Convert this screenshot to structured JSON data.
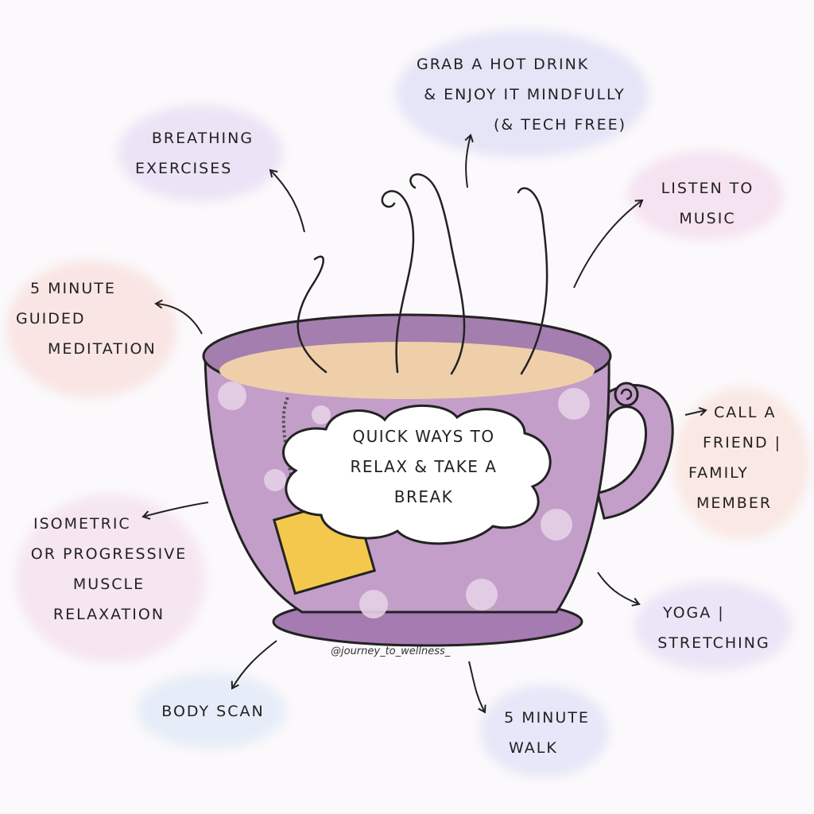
{
  "center": {
    "lines": [
      "QUICK WAYS TO",
      "RELAX & TAKE A",
      "BREAK"
    ]
  },
  "credit": "@journey_to_wellness_",
  "tips": [
    {
      "id": "breathing",
      "lines": [
        "BREATHING",
        "EXERCISES"
      ],
      "color": "#ece4f6"
    },
    {
      "id": "hot-drink",
      "lines": [
        "GRAB A HOT DRINK",
        "& ENJOY IT MINDFULLY",
        "(& TECH FREE)"
      ],
      "color": "#e6e5f8"
    },
    {
      "id": "music",
      "lines": [
        "LISTEN TO",
        "MUSIC"
      ],
      "color": "#f6e3f1"
    },
    {
      "id": "meditation",
      "lines": [
        "5 MINUTE",
        "GUIDED",
        "MEDITATION"
      ],
      "color": "#f9e5e4"
    },
    {
      "id": "friend",
      "lines": [
        "CALL A",
        "FRIEND |",
        "FAMILY",
        "MEMBER"
      ],
      "color": "#fae8e4"
    },
    {
      "id": "muscle",
      "lines": [
        "ISOMETRIC",
        "OR PROGRESSIVE",
        "MUSCLE",
        "RELAXATION"
      ],
      "color": "#f6e6f1"
    },
    {
      "id": "yoga",
      "lines": [
        "YOGA |",
        "STRETCHING"
      ],
      "color": "#ece5f7"
    },
    {
      "id": "body-scan",
      "lines": [
        "BODY SCAN"
      ],
      "color": "#e7edf8"
    },
    {
      "id": "walk",
      "lines": [
        "5 MINUTE",
        "WALK"
      ],
      "color": "#e6e7f8"
    }
  ],
  "colors": {
    "cup": "#c39ec9",
    "cup_rim": "#a47eae",
    "tea": "#efcfa9",
    "saucer": "#a57bb1",
    "tea_bag": "#f4c84c"
  }
}
